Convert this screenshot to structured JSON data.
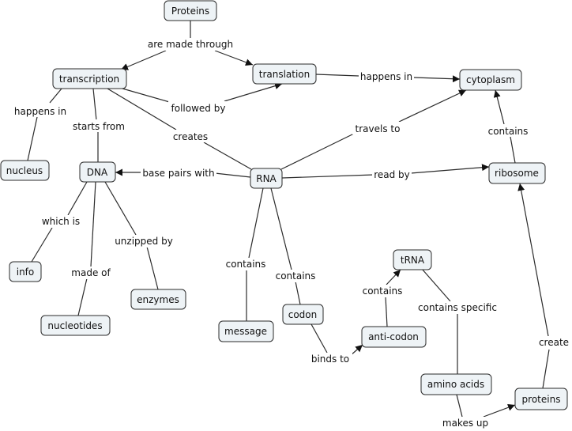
{
  "concepts": {
    "proteins_top": "Proteins",
    "transcription": "transcription",
    "translation": "translation",
    "cytoplasm": "cytoplasm",
    "nucleus": "nucleus",
    "dna": "DNA",
    "rna": "RNA",
    "ribosome": "ribosome",
    "info": "info",
    "nucleotides": "nucleotides",
    "enzymes": "enzymes",
    "message": "message",
    "codon": "codon",
    "trna": "tRNA",
    "anti_codon": "anti-codon",
    "amino_acids": "amino acids",
    "proteins_bottom": "proteins"
  },
  "links": {
    "are_made_through": "are made through",
    "happens_in_1": "happens in",
    "happens_in_2": "happens in",
    "followed_by": "followed by",
    "starts_from": "starts from",
    "creates": "creates",
    "travels_to": "travels to",
    "contains_1": "contains",
    "base_pairs_with": "base pairs with",
    "read_by": "read by",
    "which_is": "which is",
    "unzipped_by": "unzipped by",
    "made_of": "made of",
    "contains_2": "contains",
    "contains_3": "contains",
    "contains_4": "contains",
    "contains_specific": "contains specific",
    "binds_to": "binds to",
    "create": "create",
    "makes_up": "makes up"
  }
}
